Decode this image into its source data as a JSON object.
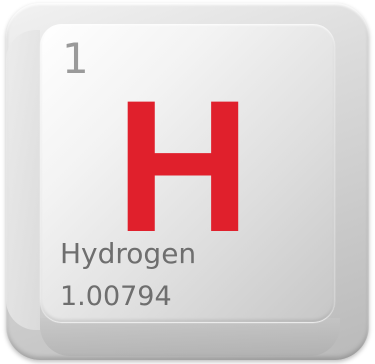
{
  "element": {
    "atomic_number": "1",
    "symbol": "H",
    "name": "Hydrogen",
    "atomic_weight": "1.00794"
  },
  "colors": {
    "symbol": "#e0202c",
    "text": "#6e6e6e",
    "atomic_number": "#9a9a9a",
    "keycap": "#d4d4d4"
  }
}
